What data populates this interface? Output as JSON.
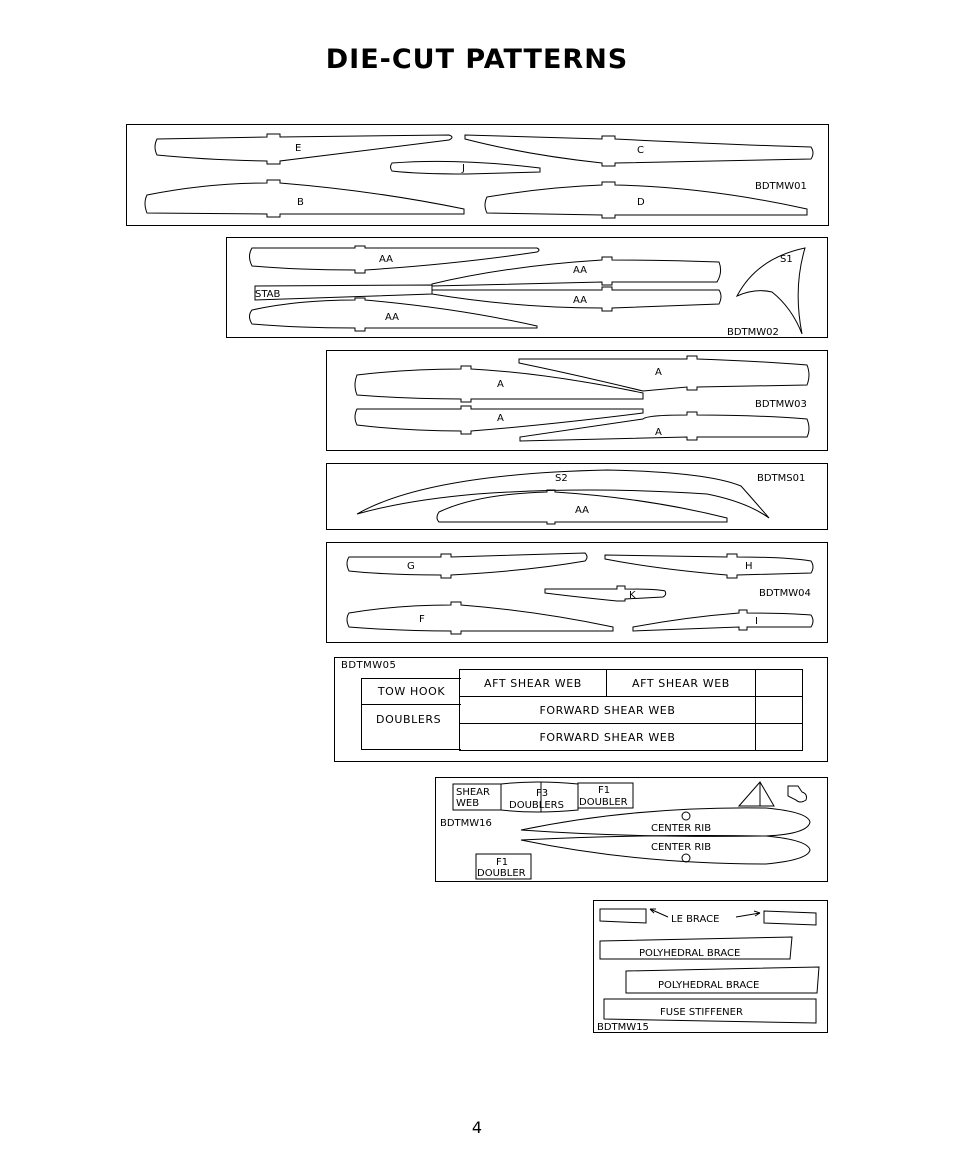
{
  "title": "DIE-CUT PATTERNS",
  "page_number": "4",
  "sheet1": {
    "code": "BDTMW01",
    "labels": {
      "e": "E",
      "c": "C",
      "j": "J",
      "b": "B",
      "d": "D"
    }
  },
  "sheet2": {
    "code": "BDTMW02",
    "labels": {
      "aa1": "AA",
      "aa2": "AA",
      "aa3": "AA",
      "aa4": "AA",
      "stab": "STAB",
      "s1": "S1"
    }
  },
  "sheet3": {
    "code": "BDTMW03",
    "labels": {
      "a1": "A",
      "a2": "A",
      "a3": "A",
      "a4": "A"
    }
  },
  "sheet4": {
    "code": "BDTMS01",
    "labels": {
      "s2": "S2",
      "aa": "AA"
    }
  },
  "sheet5": {
    "code": "BDTMW04",
    "labels": {
      "g": "G",
      "h": "H",
      "k": "K",
      "f": "F",
      "i": "I"
    }
  },
  "sheet6": {
    "code": "BDTMW05",
    "tow_hook": "TOW HOOK",
    "doublers": "DOUBLERS",
    "aft_shear_web_1": "AFT SHEAR WEB",
    "aft_shear_web_2": "AFT SHEAR WEB",
    "forward_shear_web_1": "FORWARD SHEAR WEB",
    "forward_shear_web_2": "FORWARD SHEAR WEB"
  },
  "sheet7": {
    "code": "BDTMW16",
    "shear": "SHEAR",
    "web": "WEB",
    "f3": "F3",
    "doublers": "DOUBLERS",
    "f1_top": "F1",
    "doubler_top": "DOUBLER",
    "center_rib_1": "CENTER RIB",
    "center_rib_2": "CENTER RIB",
    "f1_bottom": "F1",
    "doubler_bottom": "DOUBLER"
  },
  "sheet8": {
    "code": "BDTMW15",
    "le_brace": "LE BRACE",
    "polyhedral_brace_1": "POLYHEDRAL BRACE",
    "polyhedral_brace_2": "POLYHEDRAL BRACE",
    "fuse_stiffener": "FUSE STIFFENER"
  }
}
